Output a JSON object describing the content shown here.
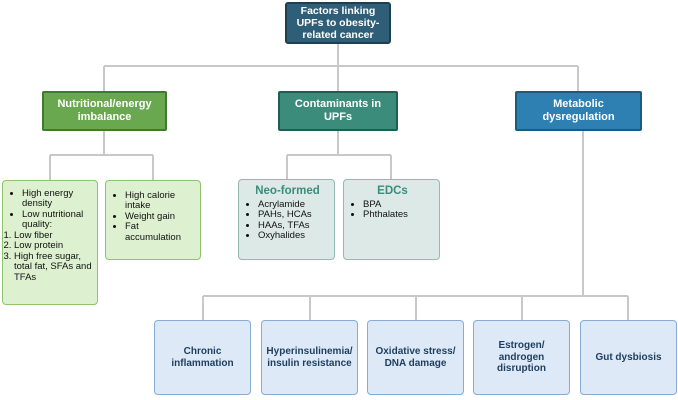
{
  "root": {
    "label": "Factors linking UPFs to obesity-related cancer"
  },
  "categories": {
    "nutritional": {
      "label": "Nutritional/energy imbalance"
    },
    "contaminants": {
      "label": "Contaminants in UPFs"
    },
    "metabolic": {
      "label": "Metabolic dysregulation"
    }
  },
  "nutritional_lists": {
    "list1": {
      "bullets": [
        "High energy density",
        "Low nutritional quality:"
      ],
      "numbered": [
        "Low fiber",
        "Low protein",
        "High free sugar, total fat, SFAs and TFAs"
      ]
    },
    "list2": {
      "bullets": [
        "High calorie intake",
        "Weight gain",
        "Fat accumulation"
      ]
    }
  },
  "contaminant_groups": {
    "neoformed": {
      "title": "Neo-formed",
      "items": [
        "Acrylamide",
        "PAHs, HCAs",
        "HAAs, TFAs",
        "Oxyhalides"
      ]
    },
    "edcs": {
      "title": "EDCs",
      "items": [
        "BPA",
        "Phthalates"
      ]
    }
  },
  "mechanisms": [
    "Chronic inflammation",
    "Hyperinsulinemia/ insulin resistance",
    "Oxidative stress/ DNA damage",
    "Estrogen/ androgen disruption",
    "Gut dysbiosis"
  ],
  "colors": {
    "root": "#2f5f78",
    "nutritional": "#6aa84f",
    "contaminants": "#3c8c7c",
    "metabolic": "#2e7fb2",
    "connector": "#c8c8c8"
  }
}
